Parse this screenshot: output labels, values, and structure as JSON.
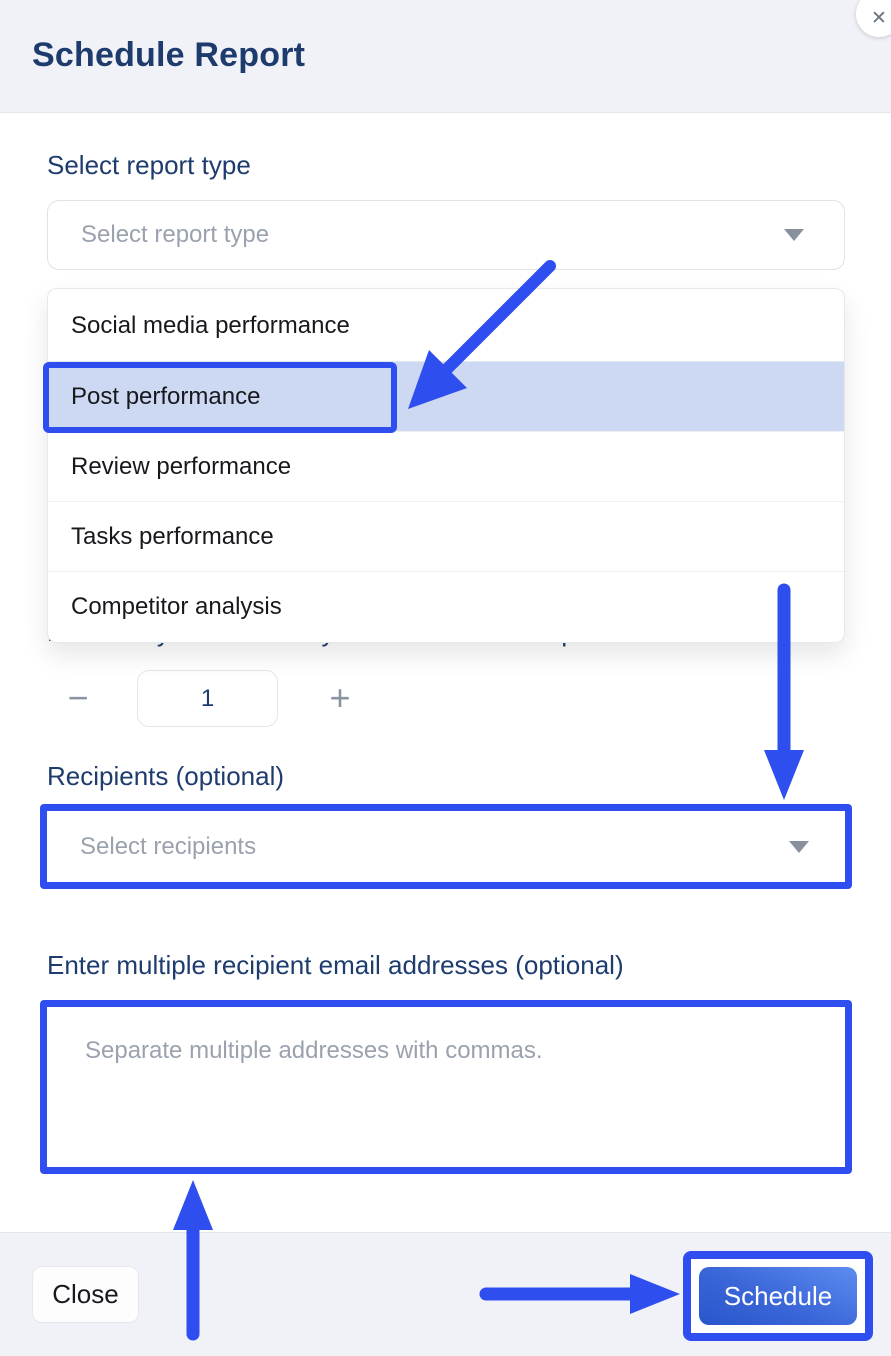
{
  "modal": {
    "title": "Schedule Report",
    "close_icon": "✕"
  },
  "report_type": {
    "label": "Select report type",
    "placeholder": "Select report type",
    "options": [
      "Social media performance",
      "Post performance",
      "Review performance",
      "Tasks performance",
      "Competitor analysis"
    ],
    "highlighted_option": "Post performance"
  },
  "frequency": {
    "label": "How many times would you like to run this report",
    "value": "1",
    "minus_icon": "−",
    "plus_icon": "+"
  },
  "recipients": {
    "label": "Recipients (optional)",
    "placeholder": "Select recipients"
  },
  "emails": {
    "label": "Enter multiple recipient email addresses (optional)",
    "placeholder": "Separate multiple addresses with commas."
  },
  "footer": {
    "close_label": "Close",
    "schedule_label": "Schedule"
  },
  "colors": {
    "annotation_blue": "#2e4ef0",
    "highlight_row": "#cdd9f3",
    "header_bg": "#f1f2f8",
    "title_navy": "#1d3b6d",
    "placeholder_gray": "#9aa2ae",
    "schedule_gradient_start": "#5e8cef",
    "schedule_gradient_end": "#2a56cc"
  }
}
